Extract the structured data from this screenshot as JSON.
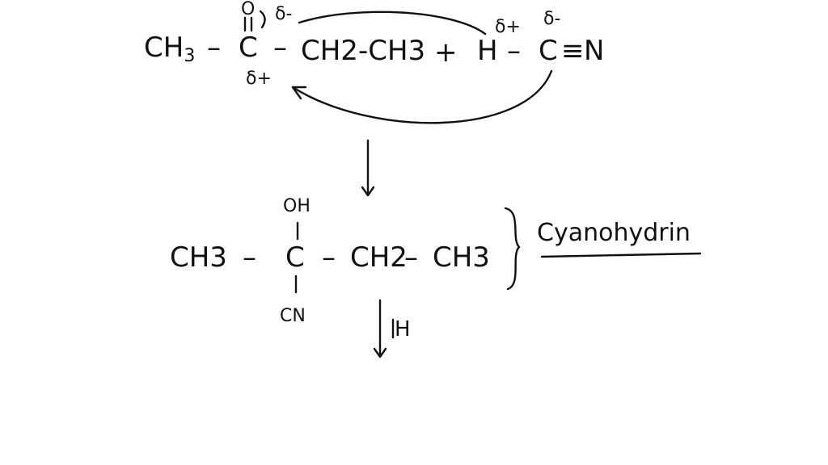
{
  "reactants": {
    "ketone_left_ch3": "CH",
    "ketone_left_ch3_sub": "3",
    "ketone_dash1": "–",
    "ketone_carbon": "C",
    "ketone_oxygen": "O",
    "ketone_dash2": "–",
    "ketone_ch2ch3": "CH2-CH3",
    "plus": "+",
    "hcn_h": "H",
    "hcn_dash": "–",
    "hcn_c": "C",
    "hcn_triple": "≡",
    "hcn_n": "N",
    "delta_minus_o": "δ-",
    "delta_plus_c": "δ+",
    "delta_plus_h": "δ+",
    "delta_minus_c": "δ-"
  },
  "product": {
    "left_ch3": "CH3",
    "dash1": "–",
    "center_c": "C",
    "oh": "OH",
    "cn": "CN",
    "dash2": "–",
    "ch2": "CH2",
    "dash3": "–",
    "right_ch3": "CH3",
    "label": "Cyanohydrin"
  },
  "next_step_reagent": "H"
}
